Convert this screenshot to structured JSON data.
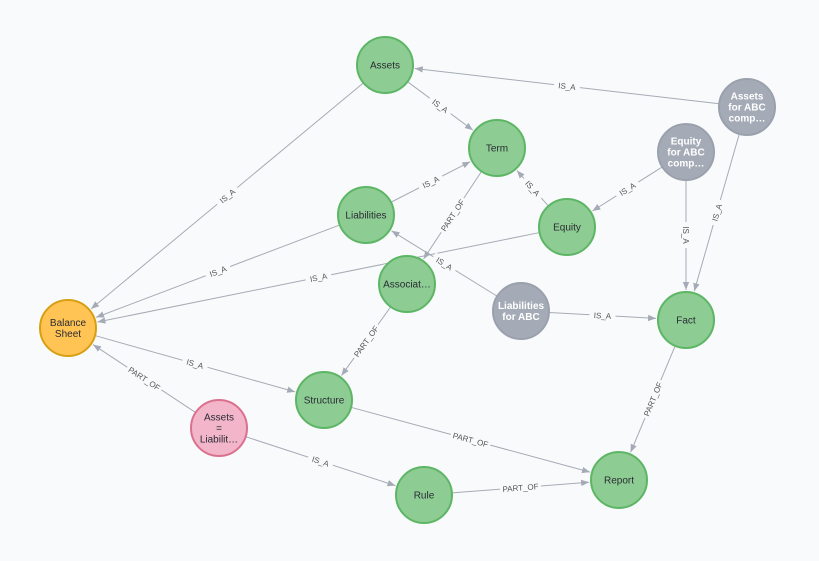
{
  "colors": {
    "Term": {
      "fill": "#8dcc93",
      "stroke": "#5db665",
      "text": "#2a2c34"
    },
    "Entity": {
      "fill": "#a5abb6",
      "stroke": "#9aa1ac",
      "text": "#ffffff"
    },
    "Main": {
      "fill": "#ffc454",
      "stroke": "#d7a013",
      "text": "#2a2c34"
    },
    "Formula": {
      "fill": "#f3b5c9",
      "stroke": "#d9718f",
      "text": "#2a2c34"
    }
  },
  "nodes": [
    {
      "id": "assets",
      "label": [
        "Assets"
      ],
      "type": "Term"
    },
    {
      "id": "term",
      "label": [
        "Term"
      ],
      "type": "Term"
    },
    {
      "id": "liabilities",
      "label": [
        "Liabilities"
      ],
      "type": "Term"
    },
    {
      "id": "equity",
      "label": [
        "Equity"
      ],
      "type": "Term"
    },
    {
      "id": "association",
      "label": [
        "Associat…"
      ],
      "type": "Term"
    },
    {
      "id": "fact",
      "label": [
        "Fact"
      ],
      "type": "Term"
    },
    {
      "id": "structure",
      "label": [
        "Structure"
      ],
      "type": "Term"
    },
    {
      "id": "rule",
      "label": [
        "Rule"
      ],
      "type": "Term"
    },
    {
      "id": "report",
      "label": [
        "Report"
      ],
      "type": "Term"
    },
    {
      "id": "balance",
      "label": [
        "Balance",
        "Sheet"
      ],
      "type": "Main"
    },
    {
      "id": "assets_eq",
      "label": [
        "Assets",
        "=",
        "Liabilit…"
      ],
      "type": "Formula"
    },
    {
      "id": "assets_abc",
      "label": [
        "Assets",
        "for ABC",
        "comp…"
      ],
      "type": "Entity"
    },
    {
      "id": "equity_abc",
      "label": [
        "Equity",
        "for ABC",
        "comp…"
      ],
      "type": "Entity"
    },
    {
      "id": "liabilities_abc",
      "label": [
        "Liabilities",
        "for ABC"
      ],
      "type": "Entity"
    }
  ],
  "edges": [
    {
      "from": "assets",
      "to": "term",
      "label": "IS_A"
    },
    {
      "from": "assets_abc",
      "to": "assets",
      "label": "IS_A"
    },
    {
      "from": "assets",
      "to": "balance",
      "label": "IS_A"
    },
    {
      "from": "liabilities",
      "to": "term",
      "label": "IS_A"
    },
    {
      "from": "equity",
      "to": "term",
      "label": "IS_A"
    },
    {
      "from": "equity_abc",
      "to": "equity",
      "label": "IS_A"
    },
    {
      "from": "equity_abc",
      "to": "fact",
      "label": "IS_A"
    },
    {
      "from": "assets_abc",
      "to": "fact",
      "label": "IS_A"
    },
    {
      "from": "liabilities",
      "to": "balance",
      "label": "IS_A"
    },
    {
      "from": "equity",
      "to": "balance",
      "label": "IS_A"
    },
    {
      "from": "term",
      "to": "association",
      "label": "PART_OF"
    },
    {
      "from": "liabilities_abc",
      "to": "liabilities",
      "label": "IS_A"
    },
    {
      "from": "liabilities_abc",
      "to": "fact",
      "label": "IS_A"
    },
    {
      "from": "association",
      "to": "structure",
      "label": "PART_OF"
    },
    {
      "from": "balance",
      "to": "structure",
      "label": "IS_A"
    },
    {
      "from": "assets_eq",
      "to": "balance",
      "label": "PART_OF"
    },
    {
      "from": "structure",
      "to": "report",
      "label": "PART_OF"
    },
    {
      "from": "fact",
      "to": "report",
      "label": "PART_OF"
    },
    {
      "from": "assets_eq",
      "to": "rule",
      "label": "IS_A"
    },
    {
      "from": "rule",
      "to": "report",
      "label": "PART_OF"
    }
  ]
}
